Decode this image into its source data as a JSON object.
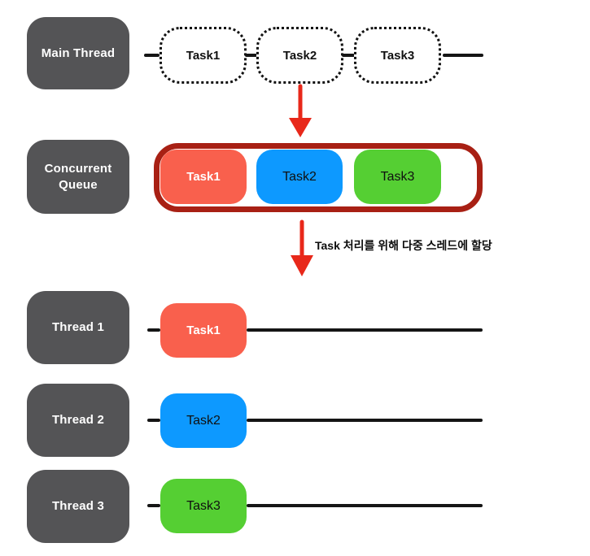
{
  "colors": {
    "label_box": "#545456",
    "task1": "#F9604D",
    "task2": "#0D99FF",
    "task3": "#55CF33",
    "queue_border": "#A82014",
    "arrow": "#E8281A",
    "timeline": "#151515"
  },
  "main_row": {
    "label": "Main Thread",
    "tasks": [
      {
        "label": "Task1"
      },
      {
        "label": "Task2"
      },
      {
        "label": "Task3"
      }
    ]
  },
  "queue_row": {
    "label": "Concurrent Queue",
    "tasks": [
      {
        "label": "Task1",
        "color": "#F9604D"
      },
      {
        "label": "Task2",
        "color": "#0D99FF"
      },
      {
        "label": "Task3",
        "color": "#55CF33"
      }
    ]
  },
  "annotation": {
    "text": "Task 처리를 위해 다중 스레드에 할당"
  },
  "threads": [
    {
      "label": "Thread 1",
      "task": {
        "label": "Task1",
        "color": "#F9604D"
      }
    },
    {
      "label": "Thread 2",
      "task": {
        "label": "Task2",
        "color": "#0D99FF"
      }
    },
    {
      "label": "Thread 3",
      "task": {
        "label": "Task3",
        "color": "#55CF33"
      }
    }
  ]
}
